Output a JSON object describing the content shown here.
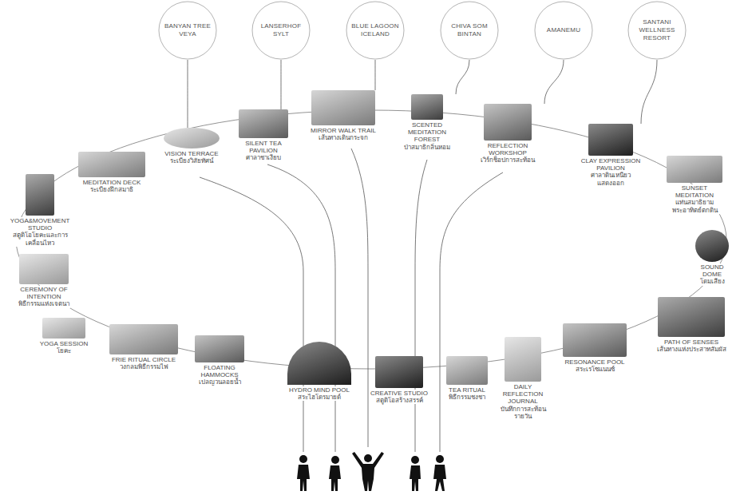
{
  "diagram": {
    "nodes": [
      {
        "text": [
          "BANYAN TREE VEYA"
        ]
      },
      {
        "text": [
          "LANSERHOF SYLT"
        ]
      },
      {
        "text": [
          "BLUE LAGOON ICELAND"
        ]
      },
      {
        "text": [
          "CHIVA SOM BINTAN"
        ]
      },
      {
        "text": [
          "AMANEMU"
        ]
      },
      {
        "text": [
          "SANTANI WELLNESS RESORT"
        ]
      },
      {
        "text": [
          "VISION TERRACE",
          "ระเบียงวิสัยทัศน์"
        ]
      },
      {
        "text": [
          "SILENT TEA PAVILION",
          "ศาลาชาเงียบ"
        ]
      },
      {
        "text": [
          "MIRROR WALK TRAIL",
          "เส้นทางเดินกระจก"
        ]
      },
      {
        "text": [
          "SCENTED MEDITATION FOREST",
          "ป่าสมาธิกลิ่นหอม"
        ]
      },
      {
        "text": [
          "REFLECTION WORKSHOP",
          "เวิร์กช็อปการสะท้อน"
        ]
      },
      {
        "text": [
          "CLAY EXPRESSION PAVILION",
          "ศาลาดินเหนียวแสดงออก"
        ]
      },
      {
        "text": [
          "SUNSET MEDITATION",
          "แท่นสมาธิยามพระอาทิตย์ตกดิน"
        ]
      },
      {
        "text": [
          "SOUND DOME",
          "โดมเสียง"
        ]
      },
      {
        "text": [
          "PATH OF SENSES",
          "เส้นทางแห่งประสาทสัมผัส"
        ]
      },
      {
        "text": [
          "RESONANCE POOL",
          "สระเรโซแนนซ์"
        ]
      },
      {
        "text": [
          "DAILY REFLECTION JOURNAL",
          "บันทึกการสะท้อนรายวัน"
        ]
      },
      {
        "text": [
          "TEA RITUAL",
          "พิธีกรรมชงชา"
        ]
      },
      {
        "text": [
          "CREATIVE STUDIO",
          "สตูดิโอสร้างสรรค์"
        ]
      },
      {
        "text": [
          "HYDRO MIND POOL",
          "สระไฮโดรมายด์"
        ]
      },
      {
        "text": [
          "FLOATING HAMMOCKS",
          "เปลญวนลอยน้ำ"
        ]
      },
      {
        "text": [
          "FRIE RITUAL CIRCLE",
          "วงกลมพิธีกรรมไฟ"
        ]
      },
      {
        "text": [
          "YOGA SESSION",
          "โยคะ"
        ]
      },
      {
        "text": [
          "CEREMONY OF INTENTION",
          "พิธีกรรมแห่งเจตนา"
        ]
      },
      {
        "text": [
          "YOGA&MOVEMENT STUDIO",
          "สตูดิโอโยคะและการเคลื่อนไหว"
        ]
      },
      {
        "text": [
          "MEDITATION DECK",
          "ระเบียงฝึกสมาธิ"
        ]
      }
    ],
    "edges": [
      {
        "from": 0,
        "to": 6,
        "arrow": "none"
      },
      {
        "from": 1,
        "to": 7,
        "arrow": "none"
      },
      {
        "from": 2,
        "to": 8,
        "arrow": "none"
      },
      {
        "from": 3,
        "to": 9,
        "arrow": "none"
      },
      {
        "from": 4,
        "to": 10,
        "arrow": "none"
      },
      {
        "from": 5,
        "to": 11,
        "arrow": "none"
      }
    ]
  }
}
